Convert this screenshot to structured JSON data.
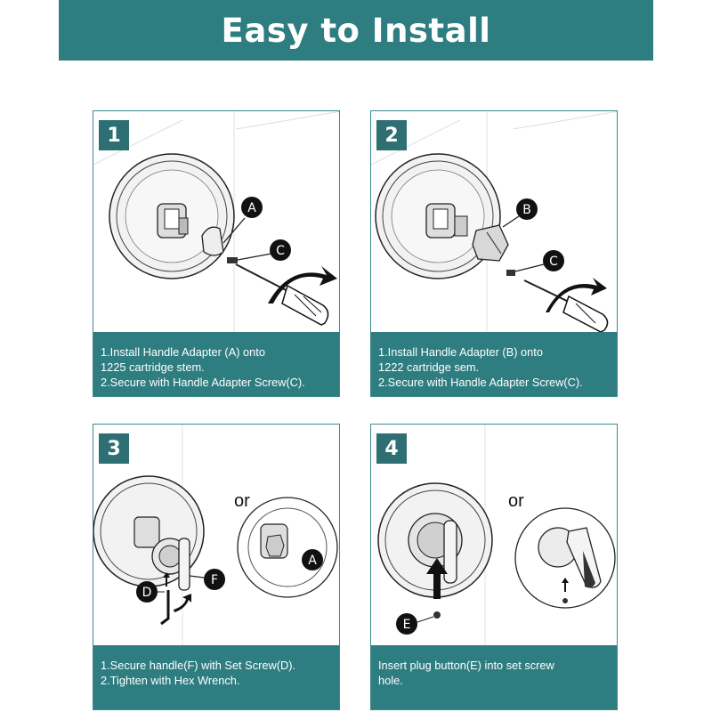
{
  "title": "Easy to Install",
  "steps": [
    {
      "number": "1",
      "lines": [
        "1.Install Handle Adapter (A) onto",
        "1225 cartridge stem.",
        "2.Secure with Handle Adapter Screw(C)."
      ],
      "labels": [
        "A",
        "C"
      ]
    },
    {
      "number": "2",
      "lines": [
        "1.Install Handle Adapter (B) onto",
        "1222 cartridge sem.",
        "2.Secure with Handle Adapter Screw(C)."
      ],
      "labels": [
        "B",
        "C"
      ]
    },
    {
      "number": "3",
      "lines": [
        "1.Secure handle(F) with Set Screw(D).",
        "2.Tighten with Hex Wrench."
      ],
      "labels": [
        "D",
        "F",
        "A"
      ],
      "or": "or"
    },
    {
      "number": "4",
      "lines": [
        "Insert plug button(E) into set screw",
        "hole."
      ],
      "labels": [
        "E"
      ],
      "or": "or"
    }
  ],
  "colors": {
    "banner": "#2e7d80",
    "badge": "#2e6f73",
    "caption": "#2e7d80"
  }
}
